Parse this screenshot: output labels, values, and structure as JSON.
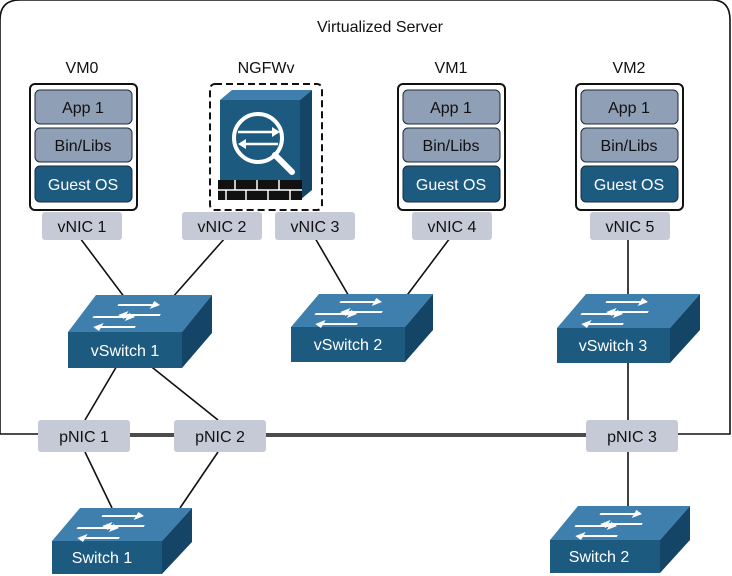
{
  "server": {
    "title": "Virtualized Server"
  },
  "vms": [
    {
      "name": "VM0",
      "layers": [
        "App 1",
        "Bin/Libs",
        "Guest OS"
      ]
    },
    {
      "name": "VM1",
      "layers": [
        "App 1",
        "Bin/Libs",
        "Guest OS"
      ]
    },
    {
      "name": "VM2",
      "layers": [
        "App 1",
        "Bin/Libs",
        "Guest OS"
      ]
    }
  ],
  "firewall": {
    "name": "NGFWv"
  },
  "vnics": [
    "vNIC 1",
    "vNIC 2",
    "vNIC 3",
    "vNIC 4",
    "vNIC 5"
  ],
  "vswitches": [
    "vSwitch 1",
    "vSwitch 2",
    "vSwitch 3"
  ],
  "pnics": [
    "pNIC 1",
    "pNIC 2",
    "pNIC 3"
  ],
  "switches": [
    "Switch 1",
    "Switch 2"
  ],
  "colors": {
    "device_blue": "#1c5a80",
    "device_top": "#3f7fae",
    "nic_fill": "#c5cad6",
    "layer_light": "#8f9fb5"
  }
}
